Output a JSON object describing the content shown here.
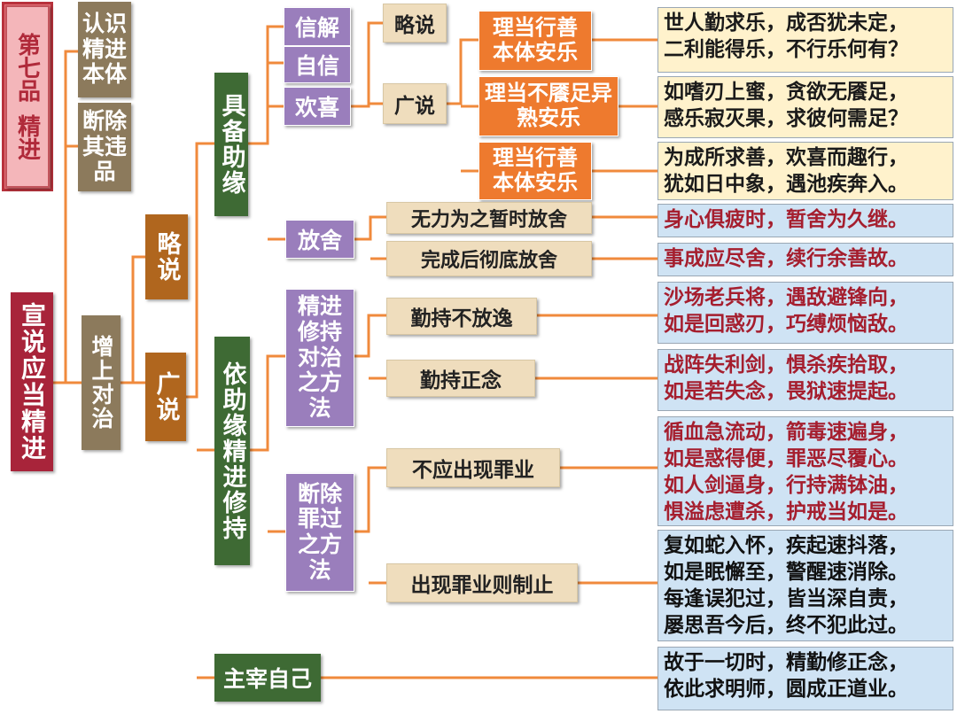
{
  "title_box": {
    "line1": "第七品",
    "line2": "精进"
  },
  "root": {
    "label": "宣说应当精进"
  },
  "level1": {
    "recognize": "认识精进本体",
    "remove": "断除其违品",
    "remedy": "增上对治"
  },
  "level2": {
    "brief": "略说",
    "extended": "广说"
  },
  "level3": {
    "aids": "具备助缘",
    "practice": "依助缘精进修持",
    "master": "主宰自己"
  },
  "aids_items": {
    "faith": "信解",
    "confidence": "自信",
    "joy": "欢喜",
    "rest": "放舍"
  },
  "joy_items": {
    "brief": "略说",
    "extended": "广说"
  },
  "joy_ext_items": [
    "理当行善本体安乐",
    "理当不餍足异熟安乐",
    "理当行善本体安乐"
  ],
  "rest_items": {
    "temporary": "无力为之暂时放舍",
    "complete": "完成后彻底放舍"
  },
  "practice_items": {
    "remedy_method": "精进修持对治之方法",
    "cut_method": "断除罪过之方法"
  },
  "remedy_method_items": {
    "diligent": "勤持不放逸",
    "mindful": "勤持正念"
  },
  "cut_method_items": {
    "prevent": "不应出现罪业",
    "stop": "出现罪业则制止"
  },
  "notes": [
    [
      "世人勤求乐，成否犹未定，",
      "二利能得乐，不行乐何有？"
    ],
    [
      "如嗜刃上蜜，贪欲无餍足，",
      "感乐寂灭果，求彼何需足？"
    ],
    [
      "为成所求善，欢喜而趣行，",
      "犹如日中象，遇池疾奔入。"
    ],
    [
      "身心俱疲时，暂舍为久继。"
    ],
    [
      "事成应尽舍，续行余善故。"
    ],
    [
      "沙场老兵将，遇敌避锋向，",
      "如是回惑刃，巧缚烦恼敌。"
    ],
    [
      "战阵失利剑，惧杀疾拾取，",
      "如是若失念，畏狱速提起。"
    ],
    [
      "循血急流动，箭毒速遍身，",
      "如是惑得便，罪恶尽覆心。",
      "如人剑逼身，行持满钵油，",
      "惧溢虑遭杀，护戒当如是。"
    ],
    [
      "复如蛇入怀，疾起速抖落，",
      "如是眠懈至，警醒速消除。",
      "每逢误犯过，皆当深自责，",
      "屡思吾今后，终不犯此过。"
    ],
    [
      "故于一切时，精勤修正念，",
      "依此求明师，圆成正道业。"
    ]
  ],
  "colors": {
    "connector": "#F08A3C",
    "root": "#A8243A",
    "olive": "#8C7A5C",
    "brown": "#B0661E",
    "green": "#3E6A34",
    "purple": "#9A7EBC",
    "beige": "#EFDDBD",
    "orange": "#EE7A2E",
    "note_yellow": "#FFF2CC",
    "note_blue": "#CFE3F4",
    "note_red_text": "#A51E2E"
  }
}
